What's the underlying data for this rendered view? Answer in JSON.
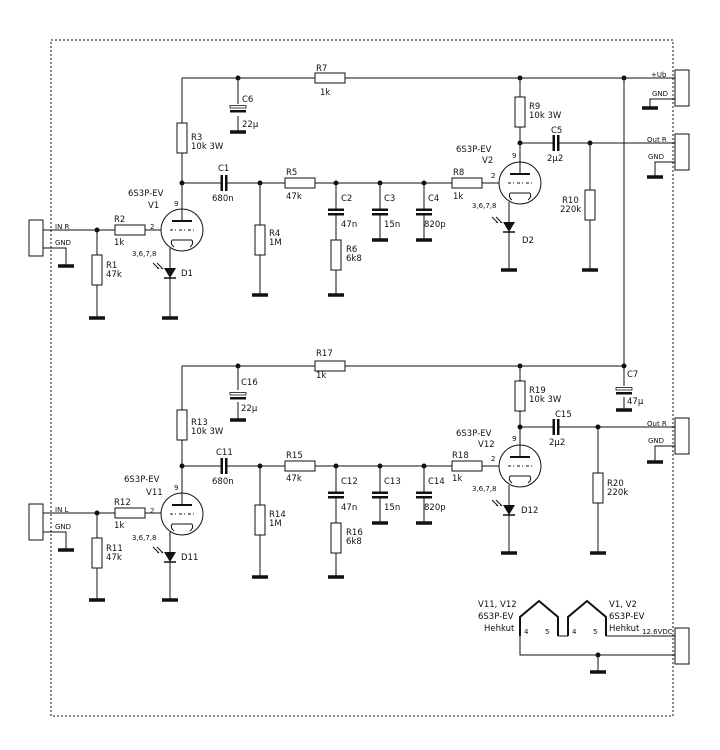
{
  "connectors": {
    "in_r": "IN R",
    "in_l": "IN L",
    "gnd": "GND",
    "ub": "+Ub",
    "out_r_top": "Out R",
    "out_r_bottom": "Out R",
    "vdc": "12.6VDC"
  },
  "resistors": {
    "r1": [
      "R1",
      "47k"
    ],
    "r2": [
      "R2",
      "1k"
    ],
    "r3": [
      "R3",
      "10k 3W"
    ],
    "r4": [
      "R4",
      "1M"
    ],
    "r5": [
      "R5",
      "47k"
    ],
    "r6": [
      "R6",
      "6k8"
    ],
    "r7": [
      "R7",
      "1k"
    ],
    "r8": [
      "R8",
      "1k"
    ],
    "r9": [
      "R9",
      "10k 3W"
    ],
    "r10": [
      "R10",
      "220k"
    ],
    "r11": [
      "R11",
      "47k"
    ],
    "r12": [
      "R12",
      "1k"
    ],
    "r13": [
      "R13",
      "10k 3W"
    ],
    "r14": [
      "R14",
      "1M"
    ],
    "r15": [
      "R15",
      "47k"
    ],
    "r16": [
      "R16",
      "6k8"
    ],
    "r17": [
      "R17",
      "1k"
    ],
    "r18": [
      "R18",
      "1k"
    ],
    "r19": [
      "R19",
      "10k 3W"
    ],
    "r20": [
      "R20",
      "220k"
    ]
  },
  "capacitors": {
    "c1": [
      "C1",
      "680n"
    ],
    "c2": [
      "C2",
      "47n"
    ],
    "c3": [
      "C3",
      "15n"
    ],
    "c4": [
      "C4",
      "820p"
    ],
    "c5": [
      "C5",
      "2µ2"
    ],
    "c6": [
      "C6",
      "22µ"
    ],
    "c7": [
      "C7",
      "47µ"
    ],
    "c11": [
      "C11",
      "680n"
    ],
    "c12": [
      "C12",
      "47n"
    ],
    "c13": [
      "C13",
      "15n"
    ],
    "c14": [
      "C14",
      "820p"
    ],
    "c15": [
      "C15",
      "2µ2"
    ],
    "c16": [
      "C16",
      "22µ"
    ]
  },
  "tubes": {
    "v1": [
      "V1",
      "6S3P-EV"
    ],
    "v2": [
      "V2",
      "6S3P-EV"
    ],
    "v11": [
      "V11",
      "6S3P-EV"
    ],
    "v12": [
      "V12",
      "6S3P-EV"
    ]
  },
  "pins": {
    "anode": "9",
    "grid": "2",
    "cathode": "3,6,7,8",
    "heater_a": "4",
    "heater_b": "5"
  },
  "diodes": {
    "d1": "D1",
    "d2": "D2",
    "d11": "D11",
    "d12": "D12"
  },
  "heater": {
    "left": [
      "V11, V12",
      "6S3P-EV",
      "Hehkut"
    ],
    "right": [
      "V1, V2",
      "6S3P-EV",
      "Hehkut"
    ]
  }
}
